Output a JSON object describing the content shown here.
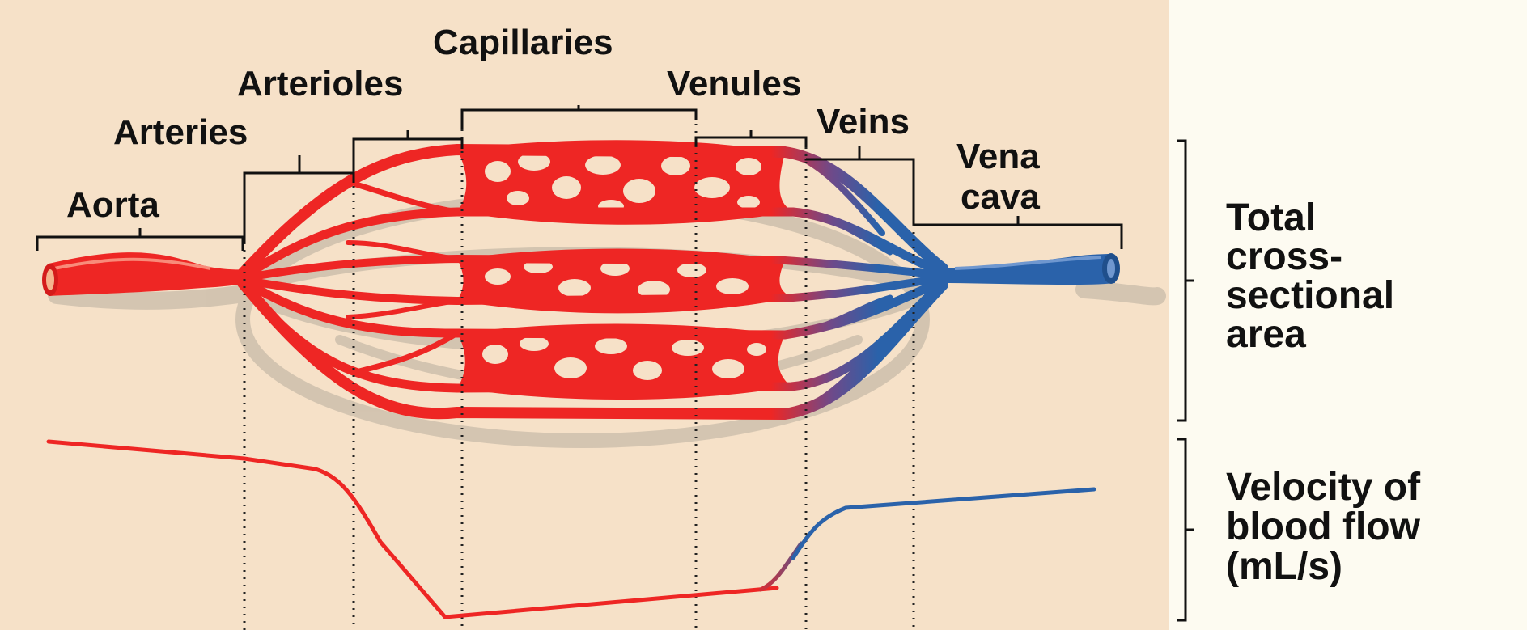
{
  "segments": {
    "aorta": "Aorta",
    "arteries": "Arteries",
    "arterioles": "Arterioles",
    "capillaries": "Capillaries",
    "venules": "Venules",
    "veins": "Veins",
    "vena_cava": [
      "Vena",
      "cava"
    ]
  },
  "quantities": {
    "area": [
      "Total",
      "cross-",
      "sectional",
      "area"
    ],
    "velocity": [
      "Velocity of",
      "blood flow",
      "(mL/s)"
    ]
  },
  "colors": {
    "panel": "#f6e1c8",
    "arterial": "#ee2624",
    "venous": "#2a62aa",
    "text": "#111111",
    "shadow": "#c8bba9"
  }
}
